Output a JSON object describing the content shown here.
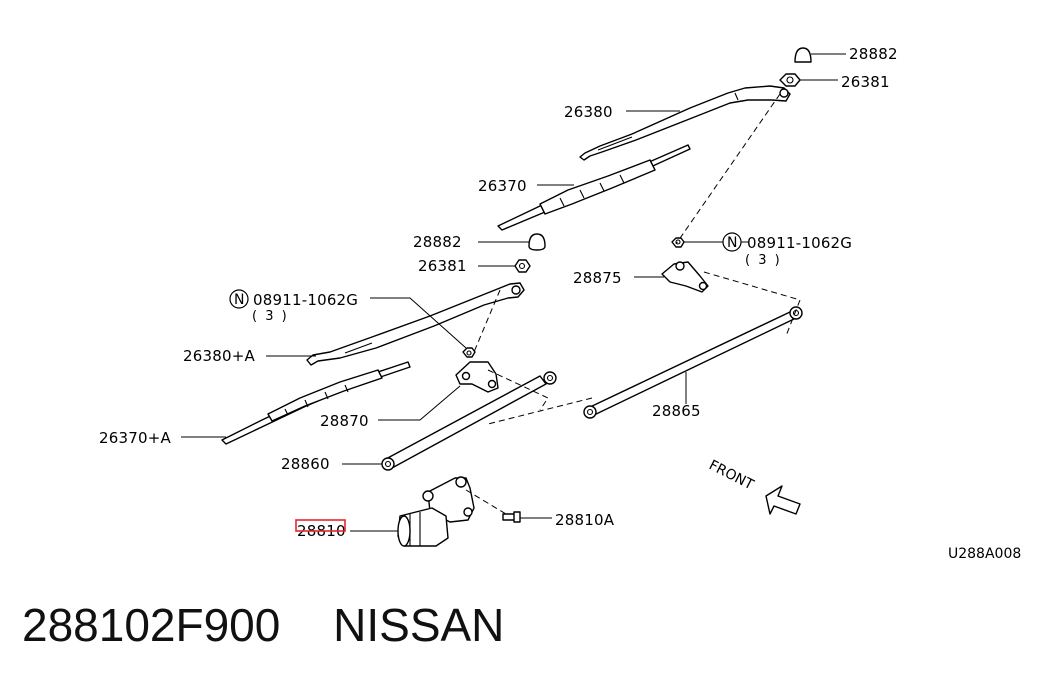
{
  "diagram": {
    "callouts": {
      "p28882_top": "28882",
      "p26381_top": "26381",
      "p26380": "26380",
      "p26370": "26370",
      "p28882_mid": "28882",
      "p26381_mid": "26381",
      "nut_right": "08911-1062G",
      "nut_right_qty": "( 3 )",
      "p28875": "28875",
      "nut_left": "08911-1062G",
      "nut_left_qty": "( 3 )",
      "p26380A": "26380+A",
      "p28870": "28870",
      "p26370A": "26370+A",
      "p28865": "28865",
      "p28860": "28860",
      "p28810A": "28810A",
      "p28810": "28810"
    },
    "n_symbol": "N",
    "front_label": "FRONT",
    "figure_code": "U288A008",
    "highlight_color": "#e8262b"
  },
  "footer": {
    "part_number": "288102F900",
    "brand": "NISSAN"
  }
}
